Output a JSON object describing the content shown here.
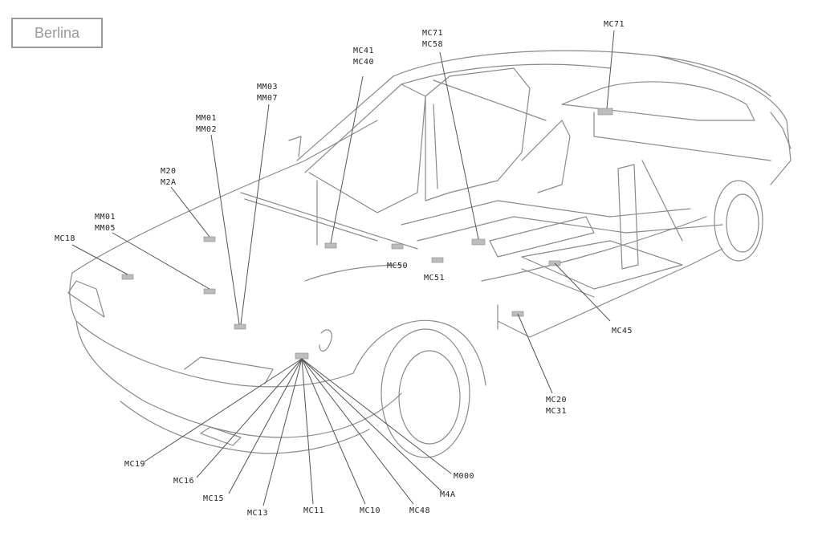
{
  "title": "Berlina",
  "labels": {
    "mm03": "MM03",
    "mm07": "MM07",
    "mm01a": "MM01",
    "mm02": "MM02",
    "m20": "M20",
    "m2a": "M2A",
    "mm01b": "MM01",
    "mm05": "MM05",
    "mc18": "MC18",
    "mc41": "MC41",
    "mc40": "MC40",
    "mc71a": "MC71",
    "mc58": "MC58",
    "mc71b": "MC71",
    "mc50": "MC50",
    "mc51": "MC51",
    "mc45": "MC45",
    "mc20": "MC20",
    "mc31": "MC31",
    "mc19": "MC19",
    "mc16": "MC16",
    "mc15": "MC15",
    "mc13": "MC13",
    "mc11": "MC11",
    "mc10": "MC10",
    "mc48": "MC48",
    "m4a": "M4A",
    "m000": "M000"
  }
}
